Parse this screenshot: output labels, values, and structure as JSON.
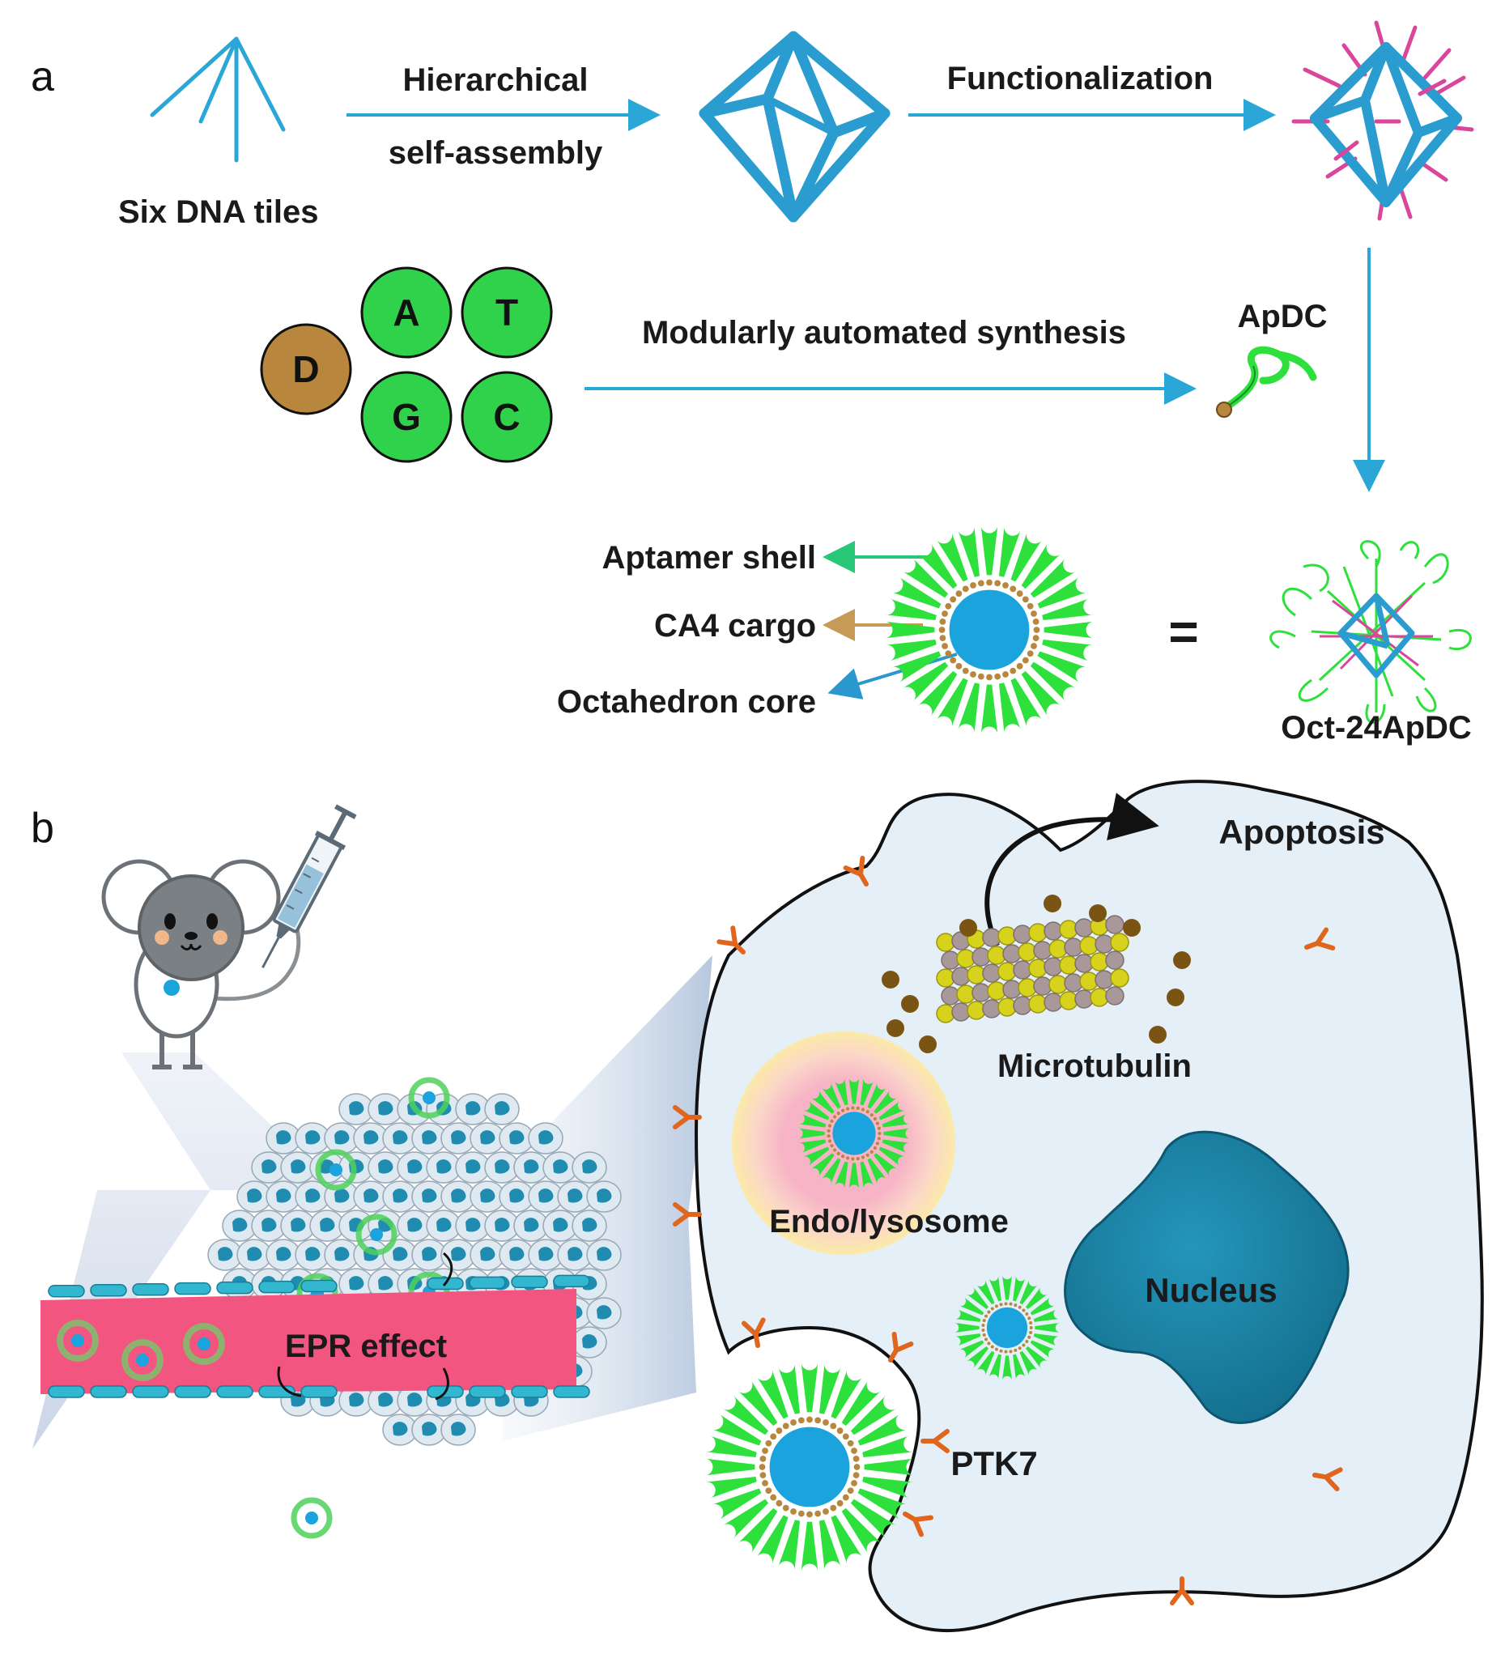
{
  "panels": {
    "a": "a",
    "b": "b"
  },
  "panel_a": {
    "tiles_label": "Six DNA tiles",
    "step1_line1": "Hierarchical",
    "step1_line2": "self-assembly",
    "step2": "Functionalization",
    "synthesis": "Modularly automated synthesis",
    "apdc": "ApDC",
    "nucleotides": [
      "D",
      "A",
      "T",
      "G",
      "C"
    ],
    "legend": {
      "shell": "Aptamer shell",
      "cargo": "CA4 cargo",
      "core": "Octahedron core"
    },
    "equals": "=",
    "product": "Oct-24ApDC"
  },
  "panel_b": {
    "apoptosis": "Apoptosis",
    "microtubulin": "Microtubulin",
    "endo": "Endo/lysosome",
    "nucleus": "Nucleus",
    "epr": "EPR effect",
    "ptk7": "PTK7"
  },
  "colors": {
    "arrow_blue": "#2aa7d6",
    "octahedron": "#2b9ccf",
    "nucleotide_green": "#2fd24a",
    "drug_brown": "#b8873d",
    "aptamer_green": "#2ee03c",
    "core_blue": "#1aa3dc",
    "vessel_pink": "#f2557f",
    "cell_fill": "#e5eff7",
    "nucleus_teal": "#1a86a8",
    "receptor_orange": "#e0661e",
    "legend_green_arrow": "#28c878",
    "legend_tan_arrow": "#c79a55",
    "legend_blue_arrow": "#2a98cf"
  }
}
